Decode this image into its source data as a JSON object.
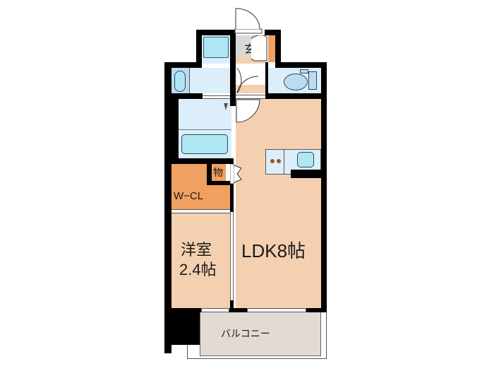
{
  "floorplan": {
    "rooms": {
      "entrance": {
        "label": "玄"
      },
      "storage": {
        "label": "物"
      },
      "walk_in_closet": {
        "label": "W−CL"
      },
      "western_room": {
        "label_line1": "洋室",
        "label_line2": "2.4帖"
      },
      "ldk": {
        "label": "LDK8帖"
      },
      "balcony": {
        "label": "バルコニー"
      }
    },
    "colors": {
      "wall": "#000000",
      "floor_room": "#f5d0b0",
      "closet": "#f0a060",
      "wet_area": "#dbeefa",
      "fixture": "#aee6f4",
      "entrance": "#d8d8d8",
      "balcony": "#e2dad3"
    }
  }
}
